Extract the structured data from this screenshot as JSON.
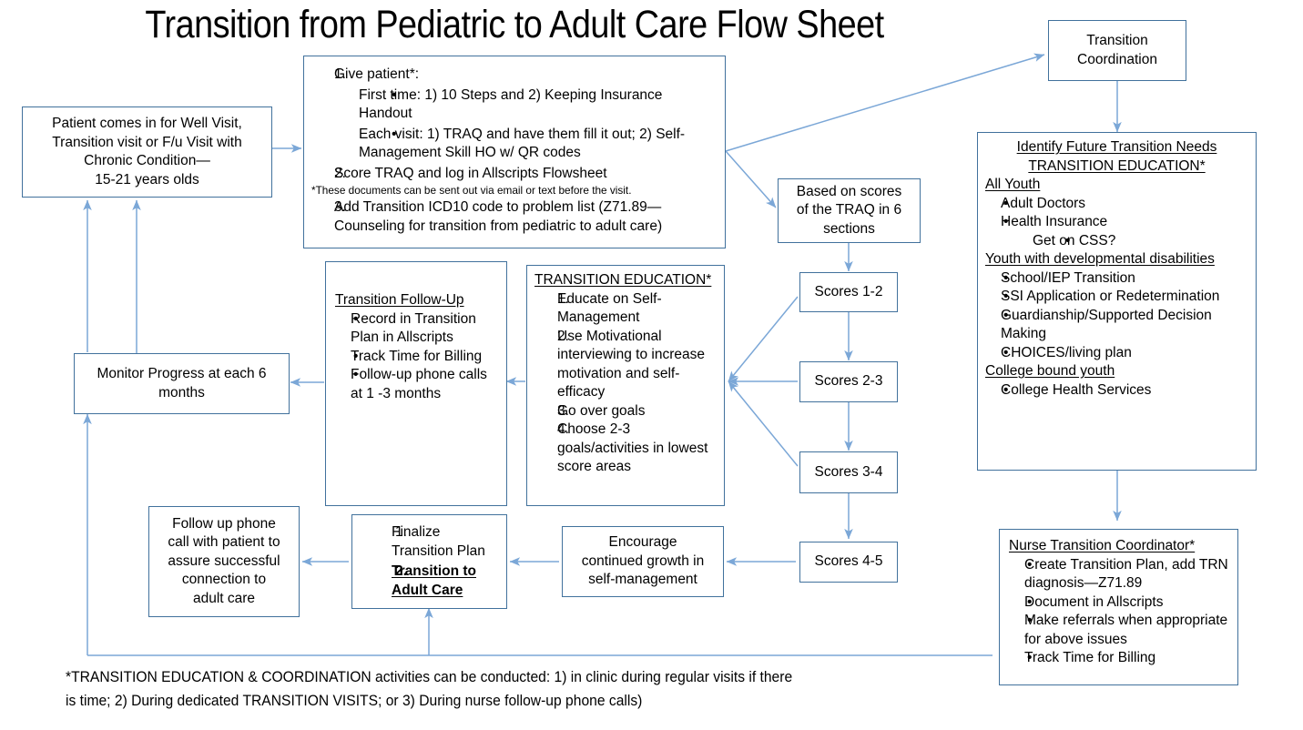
{
  "title": "Transition from Pediatric to Adult Care Flow Sheet",
  "colors": {
    "box_border": "#41719C",
    "arrow": "#7BA7D7",
    "arrow_dark": "#5B9BD5",
    "background": "#FFFFFF",
    "text": "#000000"
  },
  "boxes": {
    "patient_intake": {
      "name": "Patient comes in for Well Visit",
      "lines": [
        "Patient comes in for Well Visit,",
        "Transition visit or F/u Visit with",
        "Chronic Condition—",
        "15-21 years olds"
      ]
    },
    "give_patient": {
      "item1": "Give patient*:",
      "sub1": "First time:  1) 10 Steps and 2) Keeping Insurance Handout",
      "sub2": "Each visit:  1) TRAQ and have them fill it out; 2) Self-Management Skill HO w/ QR codes",
      "item2": "Score TRAQ and log in Allscripts Flowsheet",
      "note": "*These documents can be sent out via email or text before the visit.",
      "item3": "Add Transition ICD10 code to problem list (Z71.89—Counseling for transition from pediatric to adult care)"
    },
    "transition_coordination": {
      "lines": [
        "Transition",
        "Coordination"
      ]
    },
    "based_on_scores": {
      "lines": [
        "Based on scores",
        "of the TRAQ in 6",
        "sections"
      ]
    },
    "identify_future_needs": {
      "heading_line1": "Identify Future Transition Needs",
      "heading_line2": "TRANSITION EDUCATION*",
      "group1_label": "All Youth",
      "group1_items": [
        "Adult Doctors",
        "Health Insurance"
      ],
      "group1_subitem": "Get on CSS?",
      "group2_label": "Youth with developmental disabilities",
      "group2_items": [
        "School/IEP Transition",
        "SSI Application or Redetermination",
        "Guardianship/Supported Decision Making",
        "CHOICES/living plan"
      ],
      "group3_label": "College bound youth",
      "group3_items": [
        "College Health Services"
      ]
    },
    "scores": [
      {
        "label": "Scores 1-2"
      },
      {
        "label": "Scores 2-3"
      },
      {
        "label": "Scores 3-4"
      },
      {
        "label": "Scores 4-5"
      }
    ],
    "transition_education": {
      "heading": "TRANSITION EDUCATION*",
      "items": [
        "Educate on Self-Management",
        "Use Motivational interviewing to increase motivation and self-efficacy",
        "Go over goals",
        "Choose 2-3 goals/activities in lowest score areas"
      ]
    },
    "transition_followup": {
      "heading": "Transition Follow-Up",
      "items": [
        "Record in Transition Plan  in Allscripts",
        "Track Time for Billing",
        "Follow-up phone calls at 1 -3 months"
      ]
    },
    "monitor_progress": {
      "lines": [
        "Monitor Progress at each 6",
        "months"
      ]
    },
    "followup_phone_call": {
      "lines": [
        "Follow up phone",
        "call with patient to",
        "assure successful",
        "connection to",
        "adult care"
      ]
    },
    "finalize_plan": {
      "item1": "Finalize Transition Plan",
      "item2": "Transition to Adult Care"
    },
    "encourage_growth": {
      "lines": [
        "Encourage",
        "continued growth in",
        "self-management"
      ]
    },
    "nurse_coordinator": {
      "heading": "Nurse Transition Coordinator*",
      "items": [
        "Create Transition Plan, add TRN diagnosis—Z71.89",
        "Document in Allscripts",
        "Make referrals when appropriate for above issues",
        "Track Time for Billing"
      ]
    }
  },
  "footnote": {
    "line1": "*TRANSITION EDUCATION & COORDINATION activities can be conducted: 1) in clinic during regular visits if there",
    "line2": "is time;  2) During dedicated TRANSITION VISITS; or 3) During nurse follow-up phone calls)"
  }
}
